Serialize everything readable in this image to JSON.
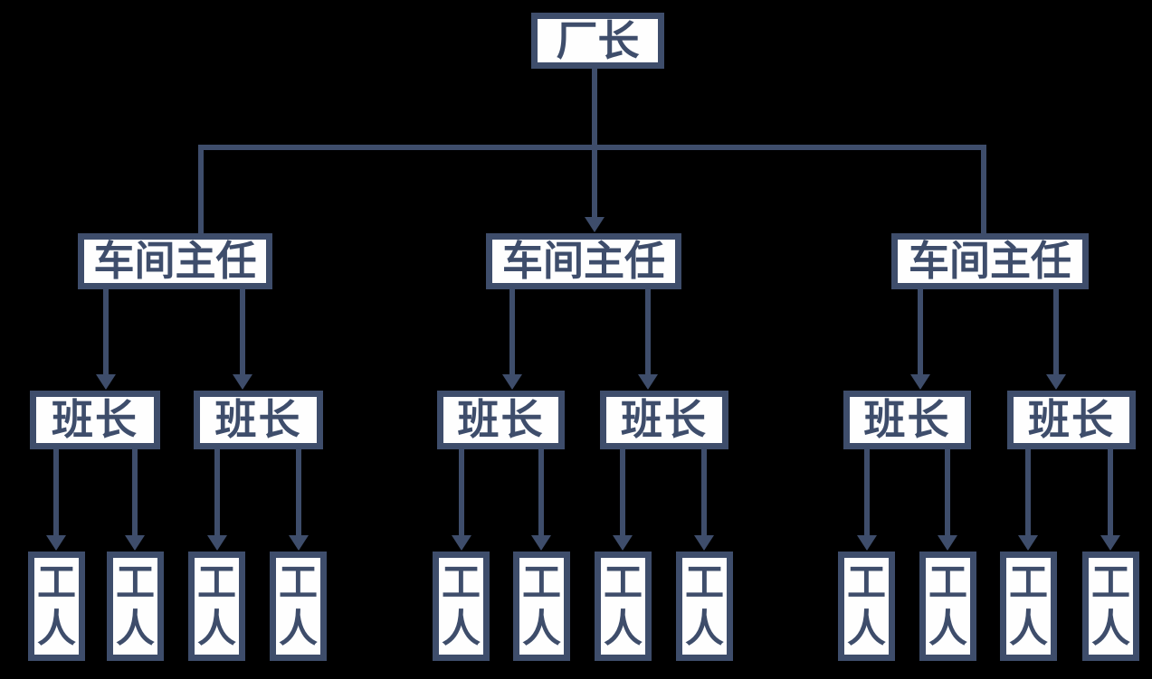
{
  "colors": {
    "background": "#000000",
    "line": "#3e4d6b",
    "box_fill": "#fefefe",
    "text": "#3e4d6b"
  },
  "nodes": {
    "factory_director": {
      "label": "厂长"
    },
    "workshop_directors": [
      {
        "label": "车间主任"
      },
      {
        "label": "车间主任"
      },
      {
        "label": "车间主任"
      }
    ],
    "team_leaders": [
      {
        "label": "班长"
      },
      {
        "label": "班长"
      },
      {
        "label": "班长"
      },
      {
        "label": "班长"
      },
      {
        "label": "班长"
      },
      {
        "label": "班长"
      }
    ],
    "workers": [
      {
        "label": "工人"
      },
      {
        "label": "工人"
      },
      {
        "label": "工人"
      },
      {
        "label": "工人"
      },
      {
        "label": "工人"
      },
      {
        "label": "工人"
      },
      {
        "label": "工人"
      },
      {
        "label": "工人"
      },
      {
        "label": "工人"
      },
      {
        "label": "工人"
      },
      {
        "label": "工人"
      },
      {
        "label": "工人"
      }
    ]
  },
  "hierarchy": {
    "root_label": "厂长",
    "workshop_directors_under_root": 3,
    "team_leaders_per_workshop_director": 2,
    "workers_per_team_leader": 2
  }
}
